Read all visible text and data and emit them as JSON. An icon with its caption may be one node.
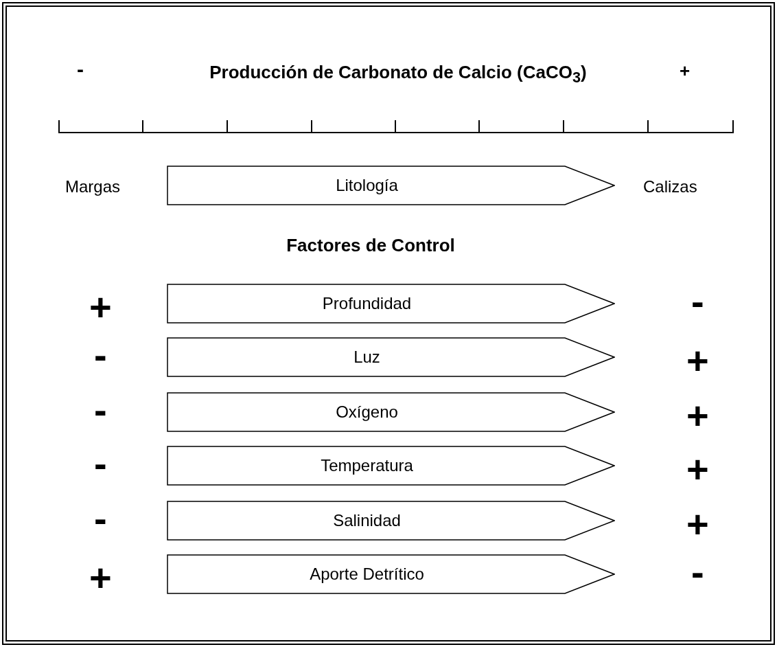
{
  "diagram": {
    "title": "Producción de Carbonato de Calcio (CaCO$_{3}$)",
    "nodes": [
      {
        "text": [
          "Litología"
        ],
        "beside": [
          "Margas",
          "Calizas"
        ]
      },
      {
        "text": [
          "Profundidad"
        ],
        "beside": [
          "+",
          "-"
        ]
      },
      {
        "text": [
          "Luz"
        ],
        "beside": [
          "-",
          "+"
        ]
      },
      {
        "text": [
          "Oxígeno"
        ],
        "beside": [
          "-",
          "+"
        ]
      },
      {
        "text": [
          "Temperatura"
        ],
        "beside": [
          "-",
          "+"
        ]
      },
      {
        "text": [
          "Salinidad"
        ],
        "beside": [
          "-",
          "+"
        ]
      },
      {
        "text": [
          "Aporte Detrítico"
        ],
        "beside": [
          "+",
          "-"
        ]
      }
    ],
    "labels": [
      "-",
      "+",
      "Factores de Control"
    ]
  }
}
